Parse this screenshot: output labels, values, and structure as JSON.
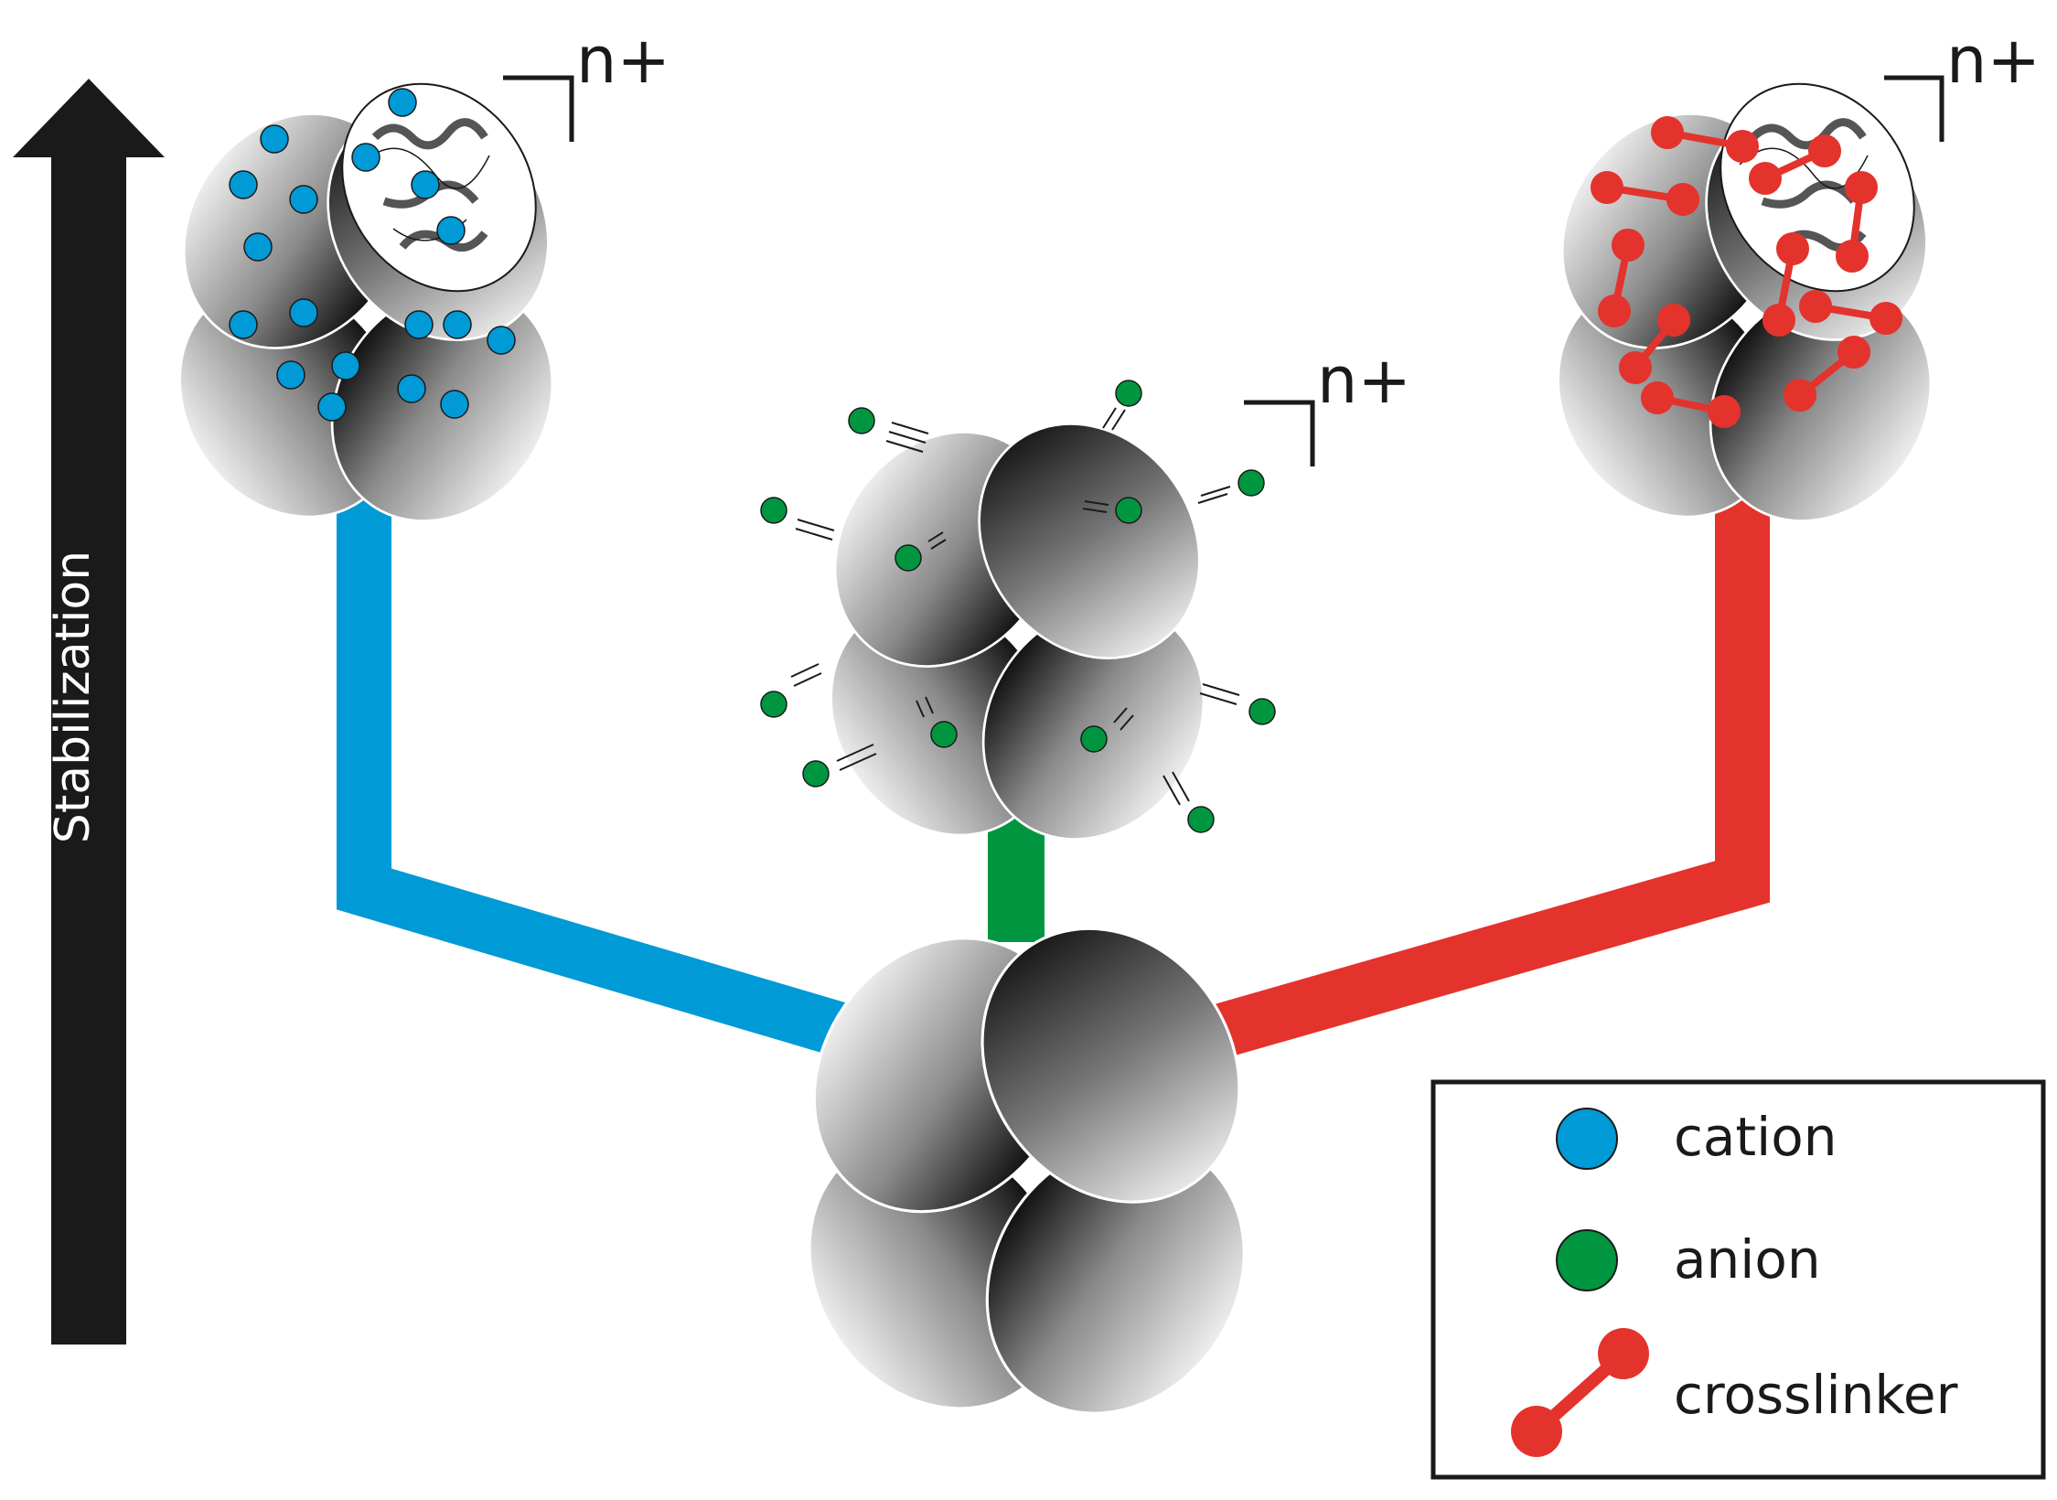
{
  "axis": {
    "label": "Stabilization"
  },
  "charge_label": "n+",
  "legend": {
    "items": [
      {
        "id": "cation",
        "label": "cation"
      },
      {
        "id": "anion",
        "label": "anion"
      },
      {
        "id": "crosslinker",
        "label": "crosslinker"
      }
    ]
  },
  "colors": {
    "cation": "#009ad6",
    "anion": "#00963f",
    "crosslinker": "#e3332c",
    "arrow": "#1a1a1a",
    "subunit_dark": "#111111",
    "subunit_light": "#e6e6e6"
  }
}
